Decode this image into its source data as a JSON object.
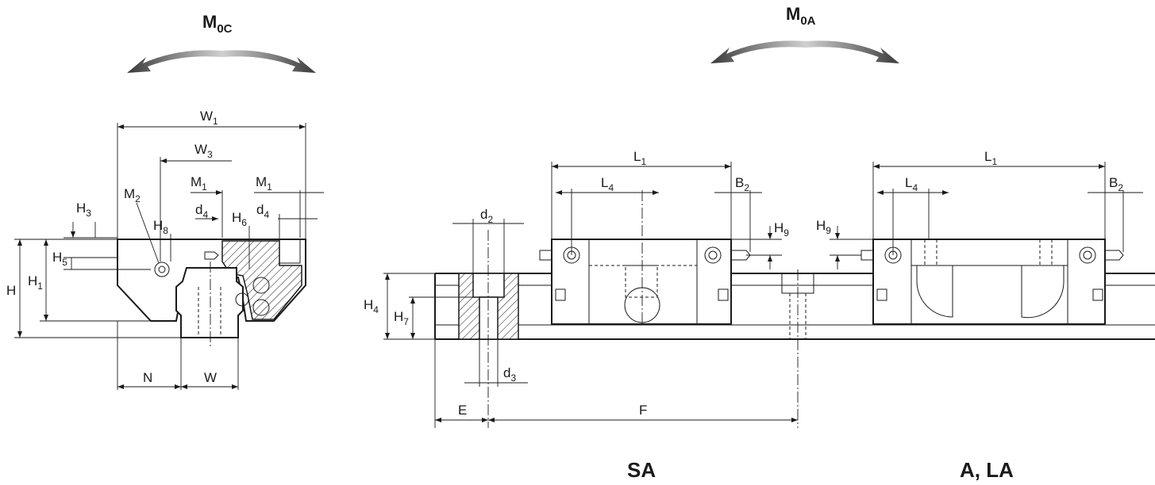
{
  "moments": {
    "m0c": {
      "main": "M",
      "sub": "0C"
    },
    "m0a": {
      "main": "M",
      "sub": "0A"
    }
  },
  "cross_section": {
    "w1": {
      "main": "W",
      "sub": "1"
    },
    "w3": {
      "main": "W",
      "sub": "3"
    },
    "m1": {
      "main": "M",
      "sub": "1"
    },
    "m1b": {
      "main": "M",
      "sub": "1"
    },
    "m2": {
      "main": "M",
      "sub": "2"
    },
    "h3": {
      "main": "H",
      "sub": "3"
    },
    "h8": {
      "main": "H",
      "sub": "8"
    },
    "d4": {
      "main": "d",
      "sub": "4"
    },
    "h6": {
      "main": "H",
      "sub": "6"
    },
    "d4b": {
      "main": "d",
      "sub": "4"
    },
    "h5": {
      "main": "H",
      "sub": "5"
    },
    "h": {
      "main": "H"
    },
    "h1": {
      "main": "H",
      "sub": "1"
    },
    "n": {
      "main": "N"
    },
    "w": {
      "main": "W"
    }
  },
  "side_sa": {
    "l1": {
      "main": "L",
      "sub": "1"
    },
    "l4": {
      "main": "L",
      "sub": "4"
    },
    "b2": {
      "main": "B",
      "sub": "2"
    },
    "h9": {
      "main": "H",
      "sub": "9"
    },
    "d2": {
      "main": "d",
      "sub": "2"
    },
    "h4": {
      "main": "H",
      "sub": "4"
    },
    "h7": {
      "main": "H",
      "sub": "7"
    },
    "d3": {
      "main": "d",
      "sub": "3"
    },
    "e": {
      "main": "E"
    },
    "f": {
      "main": "F"
    },
    "caption": "SA"
  },
  "side_a": {
    "l1": {
      "main": "L",
      "sub": "1"
    },
    "l4": {
      "main": "L",
      "sub": "4"
    },
    "b2": {
      "main": "B",
      "sub": "2"
    },
    "h9": {
      "main": "H",
      "sub": "9"
    },
    "caption": "A, LA"
  },
  "colors": {
    "ink": "#1a1a1a",
    "arrow_dark": "#3a3a3a",
    "arrow_light": "#d0d0d0"
  }
}
